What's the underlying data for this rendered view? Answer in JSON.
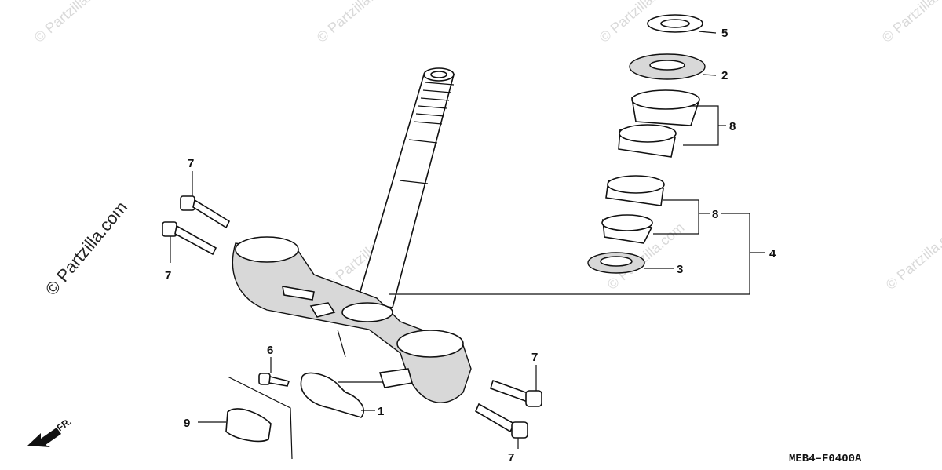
{
  "watermark": {
    "small": "© Partzilla.com",
    "large": "© Partzilla.com"
  },
  "diagram_code": "MEB4–F0400A",
  "front_marker": "FR.",
  "callouts": {
    "c1": "1",
    "c2": "2",
    "c3": "3",
    "c4": "4",
    "c5": "5",
    "c6": "6",
    "c7a": "7",
    "c7b": "7",
    "c7c": "7",
    "c7d": "7",
    "c8a": "8",
    "c8b": "8",
    "c9": "9"
  }
}
